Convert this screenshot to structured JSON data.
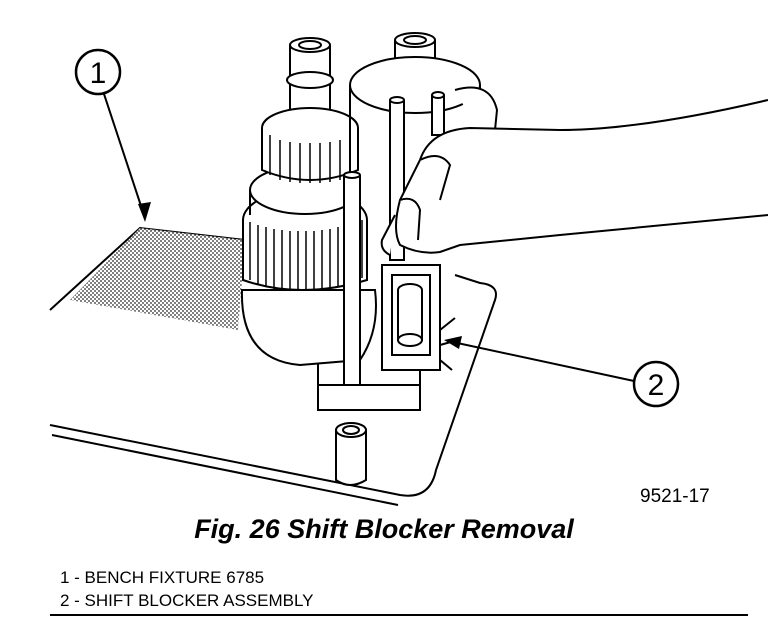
{
  "figure": {
    "callouts": [
      "1",
      "2"
    ],
    "figure_code": "9521-17",
    "caption": "Fig. 26 Shift Blocker Removal",
    "legend": [
      "1 - BENCH FIXTURE 6785",
      "2 - SHIFT BLOCKER ASSEMBLY"
    ]
  }
}
